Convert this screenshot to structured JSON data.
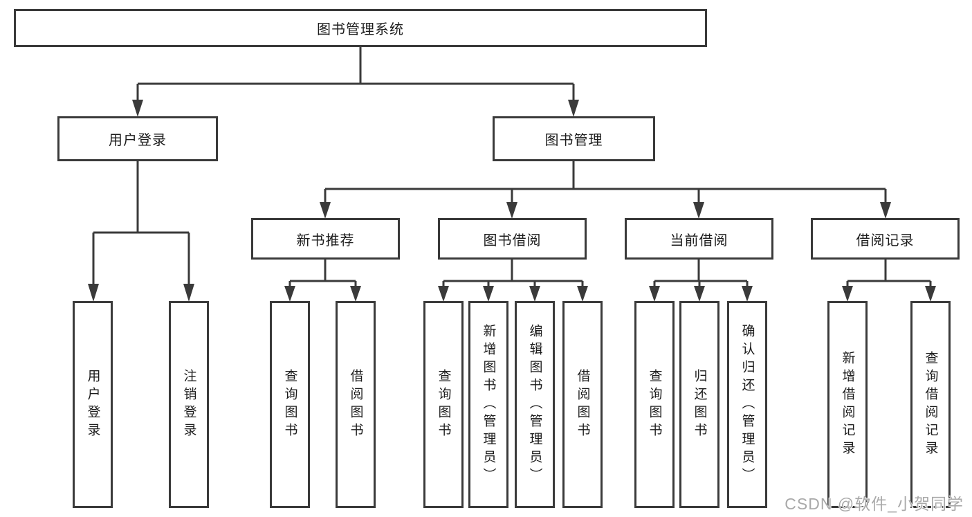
{
  "diagram": {
    "root": "图书管理系统",
    "level2": {
      "user_login": "用户登录",
      "book_mgmt": "图书管理"
    },
    "level3": {
      "new_books": "新书推荐",
      "book_borrow": "图书借阅",
      "current_borrow": "当前借阅",
      "borrow_records": "借阅记录"
    },
    "leaves": {
      "user_login": [
        "用户登录",
        "注销登录"
      ],
      "new_books": [
        "查询图书",
        "借阅图书"
      ],
      "book_borrow": [
        "查询图书",
        "新增图书（管理员）",
        "编辑图书（管理员）",
        "借阅图书"
      ],
      "current_borrow": [
        "查询图书",
        "归还图书",
        "确认归还（管理员）"
      ],
      "borrow_records": [
        "新增借阅记录",
        "查询借阅记录"
      ]
    },
    "watermark": "CSDN @软件_小贺同学",
    "colors": {
      "line": "#3a3a3a",
      "text": "#1c1c1c",
      "watermark": "#a9a9a9",
      "background": "#ffffff"
    }
  }
}
